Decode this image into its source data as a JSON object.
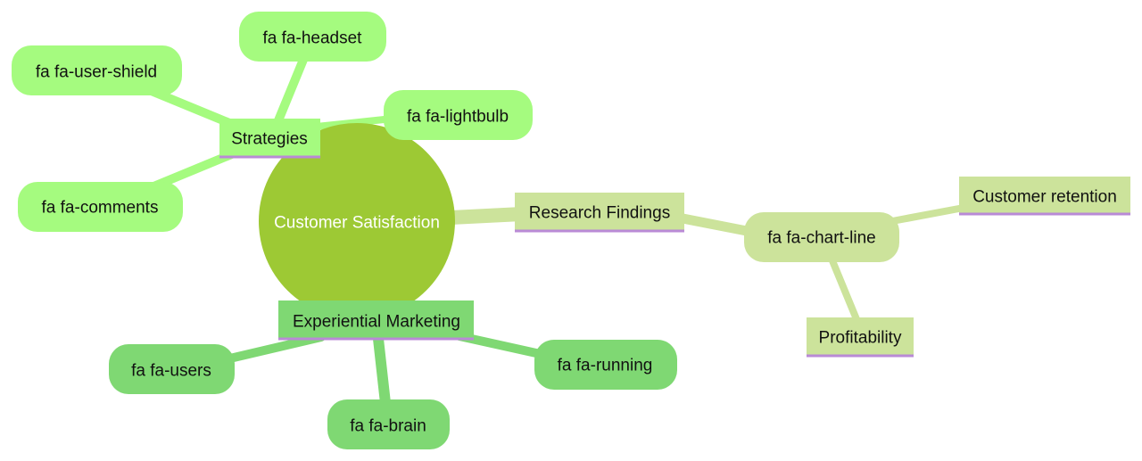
{
  "colors": {
    "root": "#9dc934",
    "strategies_branch": "#a5fb7f",
    "research_branch": "#cce39b",
    "experiential_branch": "#7fd873",
    "underline": "#b98ad6"
  },
  "root": {
    "label": "Customer Satisfaction"
  },
  "branches": {
    "strategies": {
      "label": "Strategies",
      "children": [
        "fa fa-headset",
        "fa fa-user-shield",
        "fa fa-lightbulb",
        "fa fa-comments"
      ]
    },
    "research": {
      "label": "Research Findings",
      "child": "fa fa-chart-line",
      "grandchildren": [
        "Customer retention",
        "Profitability"
      ]
    },
    "experiential": {
      "label": "Experiential Marketing",
      "children": [
        "fa fa-users",
        "fa fa-brain",
        "fa fa-running"
      ]
    }
  }
}
